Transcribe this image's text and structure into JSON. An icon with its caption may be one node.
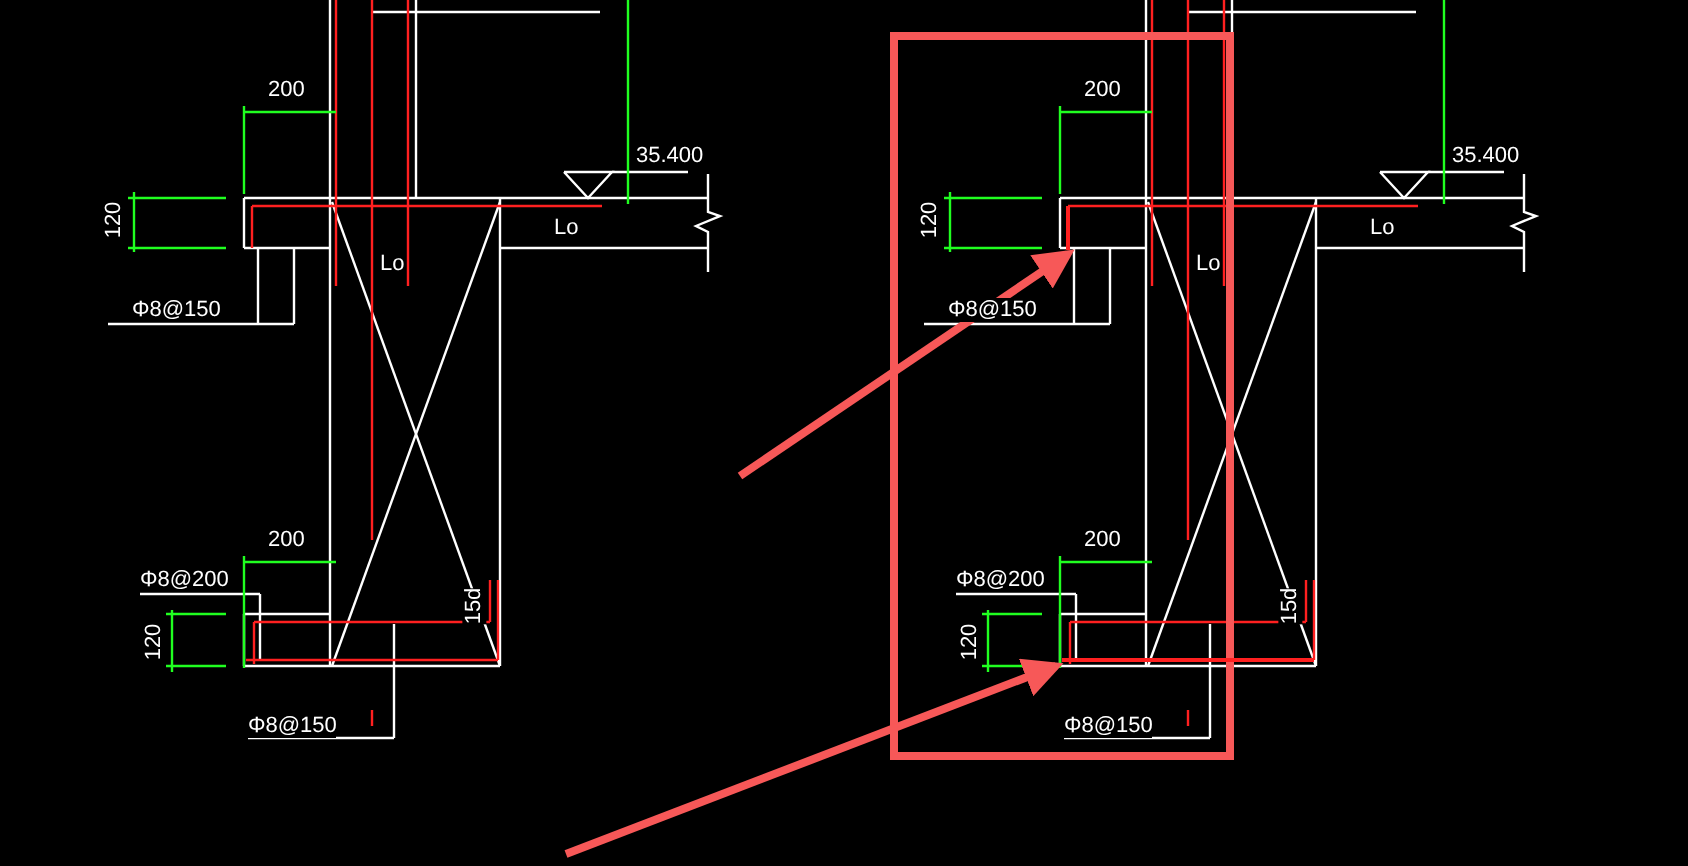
{
  "diagram": {
    "nodes": [
      {
        "text": [],
        "shape": "bar"
      },
      {
        "text": [],
        "shape": "bar"
      }
    ],
    "edges": [
      {
        "from": null,
        "to": 0,
        "arrow": "to"
      },
      {
        "from": null,
        "to": 1,
        "arrow": "to"
      }
    ],
    "labels": [
      "200",
      "35.400",
      "120",
      "Lo",
      "Lo",
      "Φ8@150",
      "200",
      "Φ8@200",
      "120",
      "15d",
      "Φ8@150",
      "200",
      "35.400",
      "120",
      "Lo",
      "Lo",
      "Φ8@150",
      "200",
      "Φ8@200",
      "120",
      "15d",
      "Φ8@150"
    ]
  }
}
